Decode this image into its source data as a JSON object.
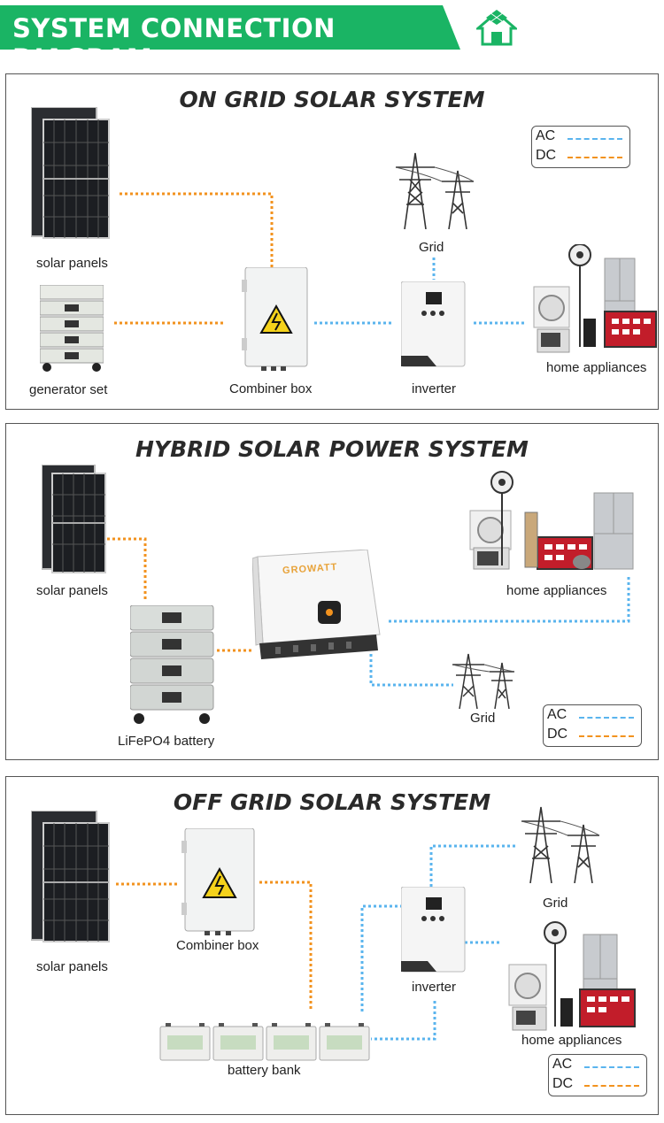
{
  "header": {
    "title": "SYSTEM CONNECTION DIAGRAM"
  },
  "icons": {
    "header": "solar-house-icon"
  },
  "colors": {
    "ac": "#5ab4ee",
    "dc": "#f2921e",
    "header_green": "#1ab464",
    "panel_border": "#555555"
  },
  "legend": {
    "ac": "AC",
    "dc": "DC"
  },
  "on_grid": {
    "title": "ON GRID SOLAR SYSTEM",
    "solar_panels": "solar panels",
    "generator_set": "generator set",
    "combiner_box": "Combiner box",
    "grid": "Grid",
    "inverter": "inverter",
    "home_appliances": "home appliances"
  },
  "hybrid": {
    "title": "HYBRID SOLAR POWER SYSTEM",
    "solar_panels": "solar panels",
    "battery": "LiFePO4 battery",
    "inverter_brand": "GROWATT",
    "home_appliances": "home appliances",
    "grid": "Grid"
  },
  "off_grid": {
    "title": "OFF GRID SOLAR SYSTEM",
    "solar_panels": "solar panels",
    "combiner_box": "Combiner box",
    "grid": "Grid",
    "inverter": "inverter",
    "home_appliances": "home appliances",
    "battery_bank": "battery bank"
  }
}
